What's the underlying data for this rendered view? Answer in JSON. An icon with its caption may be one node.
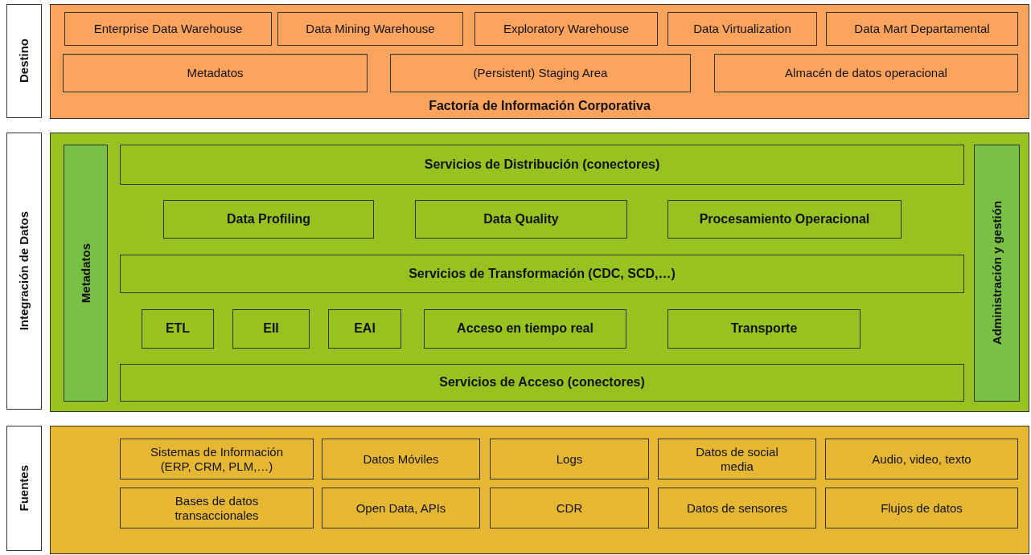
{
  "diagram": {
    "nodes": [
      {
        "text": [
          "Destino"
        ]
      },
      {
        "text": [
          "Factoría de Información Corporativa"
        ]
      },
      {
        "text": [
          "Enterprise Data Warehouse"
        ],
        "in": 1
      },
      {
        "text": [
          "Data Mining Warehouse"
        ],
        "in": 1
      },
      {
        "text": [
          "Exploratory Warehouse"
        ],
        "in": 1
      },
      {
        "text": [
          "Data Virtualization"
        ],
        "in": 1
      },
      {
        "text": [
          "Data Mart Departamental"
        ],
        "in": 1
      },
      {
        "text": [
          "Metadatos"
        ],
        "in": 1
      },
      {
        "text": [
          "(Persistent) Staging Area"
        ],
        "in": 1
      },
      {
        "text": [
          "Almacén de datos operacional"
        ],
        "in": 1
      },
      {
        "text": [
          "Integración de Datos"
        ]
      },
      {
        "text": [],
        "shape": "box"
      },
      {
        "text": [
          "Metadatos"
        ],
        "in": 11
      },
      {
        "text": [
          "Servicios de Distribución (conectores)"
        ],
        "in": 11
      },
      {
        "text": [
          "Data Profiling"
        ],
        "in": 11
      },
      {
        "text": [
          "Data Quality"
        ],
        "in": 11
      },
      {
        "text": [
          "Procesamiento Operacional"
        ],
        "in": 11
      },
      {
        "text": [
          "Servicios de Transformación (CDC, SCD,…)"
        ],
        "in": 11
      },
      {
        "text": [
          "ETL"
        ],
        "in": 11
      },
      {
        "text": [
          "EII"
        ],
        "in": 11
      },
      {
        "text": [
          "EAI"
        ],
        "in": 11
      },
      {
        "text": [
          "Acceso en tiempo real"
        ],
        "in": 11
      },
      {
        "text": [
          "Transporte"
        ],
        "in": 11
      },
      {
        "text": [
          "Servicios de Acceso (conectores)"
        ],
        "in": 11
      },
      {
        "text": [
          "Administración y gestión"
        ],
        "in": 11
      },
      {
        "text": [
          "Fuentes"
        ]
      },
      {
        "text": [],
        "shape": "box"
      },
      {
        "text": [
          "Sistemas de Información (ERP, CRM, PLM,…)"
        ],
        "in": 26
      },
      {
        "text": [
          "Datos Móviles"
        ],
        "in": 26
      },
      {
        "text": [
          "Logs"
        ],
        "in": 26
      },
      {
        "text": [
          "Datos de social media"
        ],
        "in": 26
      },
      {
        "text": [
          "Audio, video, texto"
        ],
        "in": 26
      },
      {
        "text": [
          "Bases de datos transaccionales"
        ],
        "in": 26
      },
      {
        "text": [
          "Open Data, APIs"
        ],
        "in": 26
      },
      {
        "text": [
          "CDR"
        ],
        "in": 26
      },
      {
        "text": [
          "Datos de sensores"
        ],
        "in": 26
      },
      {
        "text": [
          "Flujos de datos"
        ],
        "in": 26
      }
    ]
  }
}
